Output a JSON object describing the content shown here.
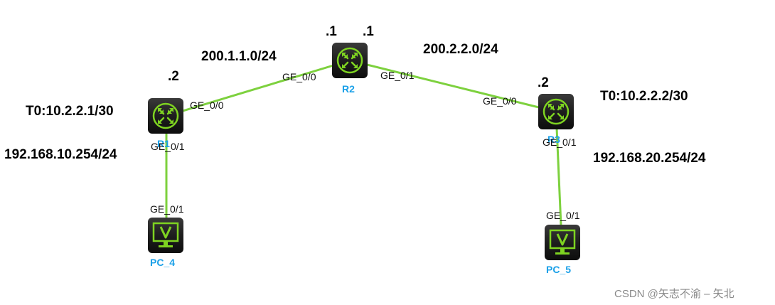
{
  "devices": {
    "r1": {
      "name": "R1",
      "type": "router"
    },
    "r2": {
      "name": "R2",
      "type": "router"
    },
    "r3": {
      "name": "R3",
      "type": "router"
    },
    "pc4": {
      "name": "PC_4",
      "type": "pc"
    },
    "pc5": {
      "name": "PC_5",
      "type": "pc"
    }
  },
  "links": {
    "r1_r2": {
      "network": "200.1.1.0/24",
      "r1_port": "GE_0/0",
      "r2_port": "GE_0/0",
      "r1_host": ".2",
      "r2_host": ".1"
    },
    "r2_r3": {
      "network": "200.2.2.0/24",
      "r2_port": "GE_0/1",
      "r3_port": "GE_0/0",
      "r2_host": ".1",
      "r3_host": ".2"
    },
    "r1_pc4": {
      "r1_port": "GE_0/1",
      "pc_port": "GE_0/1"
    },
    "r3_pc5": {
      "r3_port": "GE_0/1",
      "pc_port": "GE_0/1"
    }
  },
  "annotations": {
    "r1_tunnel": "T0:10.2.2.1/30",
    "r1_lan": "192.168.10.254/24",
    "r3_tunnel": "T0:10.2.2.2/30",
    "r3_lan": "192.168.20.254/24"
  },
  "watermark": "CSDN @矢志不渝 – 矢北",
  "colors": {
    "link": "#7dd13e",
    "device_body": "#1c1c1c",
    "device_accent": "#7ed321",
    "device_name": "#1aa0e8"
  }
}
